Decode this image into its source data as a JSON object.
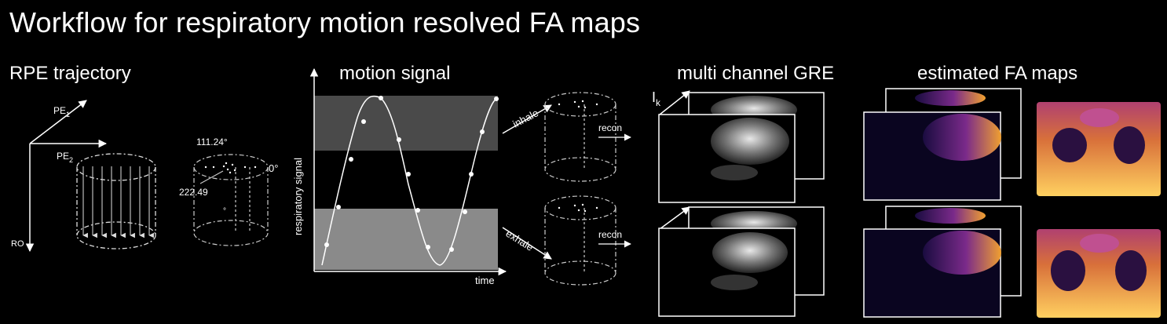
{
  "title": "Workflow for respiratory motion resolved FA maps",
  "sections": {
    "rpe": "RPE trajectory",
    "motion": "motion signal",
    "gre": "multi channel GRE",
    "fa": "estimated FA maps"
  },
  "rpe_axes": {
    "pe1": "PE",
    "pe1_sub": "1",
    "pe2": "PE",
    "pe2_sub": "2",
    "ro": "RO"
  },
  "angles": {
    "a1": "111.24°",
    "a2": "222.49",
    "a3": "0°",
    "a4": "°"
  },
  "motion_plot": {
    "ylabel": "respiratory signal",
    "xlabel": "time",
    "inhale": "inhale",
    "exhale": "exhale",
    "recon1": "recon",
    "recon2": "recon"
  },
  "gre": {
    "channel_label": "I",
    "channel_sub": "k"
  },
  "colors": {
    "background": "#000000",
    "band_top": "#4a4a4a",
    "band_bottom": "#8a8a8a",
    "text": "#ffffff"
  }
}
